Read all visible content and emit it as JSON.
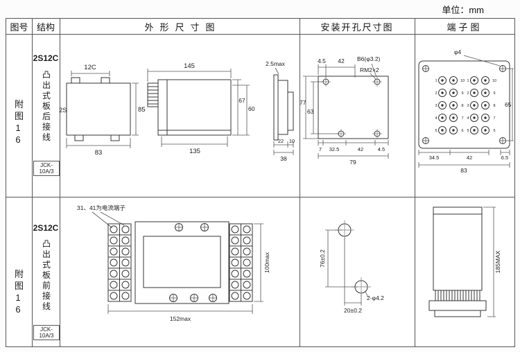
{
  "page": {
    "unit": "单位：mm"
  },
  "headers": {
    "fig": "图号",
    "structure": "结构",
    "outline": "外形尺寸图",
    "mounting": "安装开孔尺寸图",
    "terminal": "端子图"
  },
  "rows": {
    "r1": {
      "fig_no": "附图16",
      "model": "2S12C",
      "structure": "凸出式板后接线",
      "relay_type": "JCK-10A/3",
      "outline": {
        "d12c": "12C",
        "d2s": "2S",
        "d85": "85",
        "d83": "83",
        "d145": "145",
        "d135": "135",
        "d67": "67",
        "d60": "60",
        "d25max": "2.5max",
        "d22": "22",
        "d10": "10",
        "d38": "38"
      },
      "mounting": {
        "d45": "4.5",
        "d42": "42",
        "b6": "B6(φ3.2)",
        "rm": "RM2×2",
        "d77": "77",
        "d63": "63",
        "d7": "7",
        "d325": "32.5",
        "d42b": "42",
        "d45b": "4.5",
        "d79": "79"
      },
      "terminal": {
        "phi4": "φ4",
        "d345": "34.5",
        "d42": "42",
        "d83": "83",
        "d65": "65",
        "d65b": "6.5",
        "nums_left": [
          "1",
          "2",
          "3",
          "4",
          "5"
        ],
        "nums_right": [
          "10",
          "9",
          "8",
          "7",
          "6"
        ]
      }
    },
    "r2": {
      "fig_no": "附图16",
      "model": "2S12C",
      "structure": "凸出式板前接线",
      "relay_type": "JCK-10A/3",
      "outline": {
        "note": "31、41为电流端子",
        "d100": "100max",
        "d152": "152max"
      },
      "mounting": {
        "d76": "76±0.2",
        "phi": "2-φ4.2",
        "d20": "20±0.2"
      },
      "terminal": {
        "d185": "185MAX"
      }
    }
  }
}
